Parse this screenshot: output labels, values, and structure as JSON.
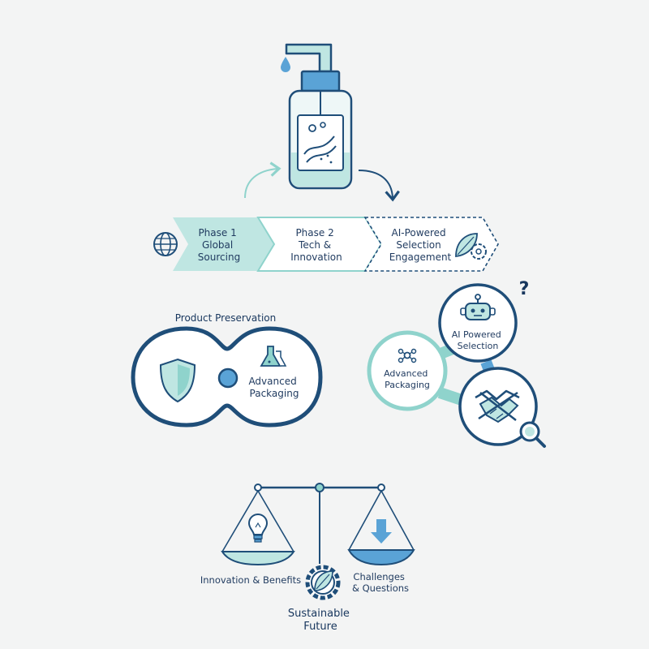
{
  "colors": {
    "navy": "#1f4e79",
    "teal_light": "#bfe6e2",
    "teal_mid": "#8fd3cc",
    "blue_accent": "#5aa3d6",
    "background": "#f3f4f4"
  },
  "bottle": {
    "icon": "soap-bottle-icon"
  },
  "phases": [
    {
      "line1": "Phase 1",
      "line2": "Global",
      "line3": "Sourcing",
      "icon": "globe-icon"
    },
    {
      "line1": "Phase 2",
      "line2": "Tech &",
      "line3": "Innovation"
    },
    {
      "line1": "AI-Powered",
      "line2": "Selection",
      "line3": "Engagement",
      "icon": "leaf-gear-icon"
    }
  ],
  "preservation": {
    "title": "Product Preservation",
    "right_line1": "Advanced",
    "right_line2": "Packaging",
    "left_icon": "shield-icon",
    "right_icon": "flask-icon"
  },
  "network": {
    "question_mark": "?",
    "ai_node": {
      "line1": "AI Powered",
      "line2": "Selection",
      "icon": "robot-icon"
    },
    "packaging_node": {
      "line1": "Advanced",
      "line2": "Packaging",
      "icon": "molecule-icon"
    },
    "collab_node": {
      "icon": "handshake-icon"
    },
    "search_icon": "magnifier-icon"
  },
  "balance": {
    "left_label": "Innovation & Benefits",
    "right_line1": "Challenges",
    "right_line2": "& Questions",
    "center_line1": "Sustainable",
    "center_line2": "Future",
    "left_icon": "lightbulb-icon",
    "right_icon": "down-arrow-icon",
    "center_icon": "leaf-gear-icon"
  }
}
